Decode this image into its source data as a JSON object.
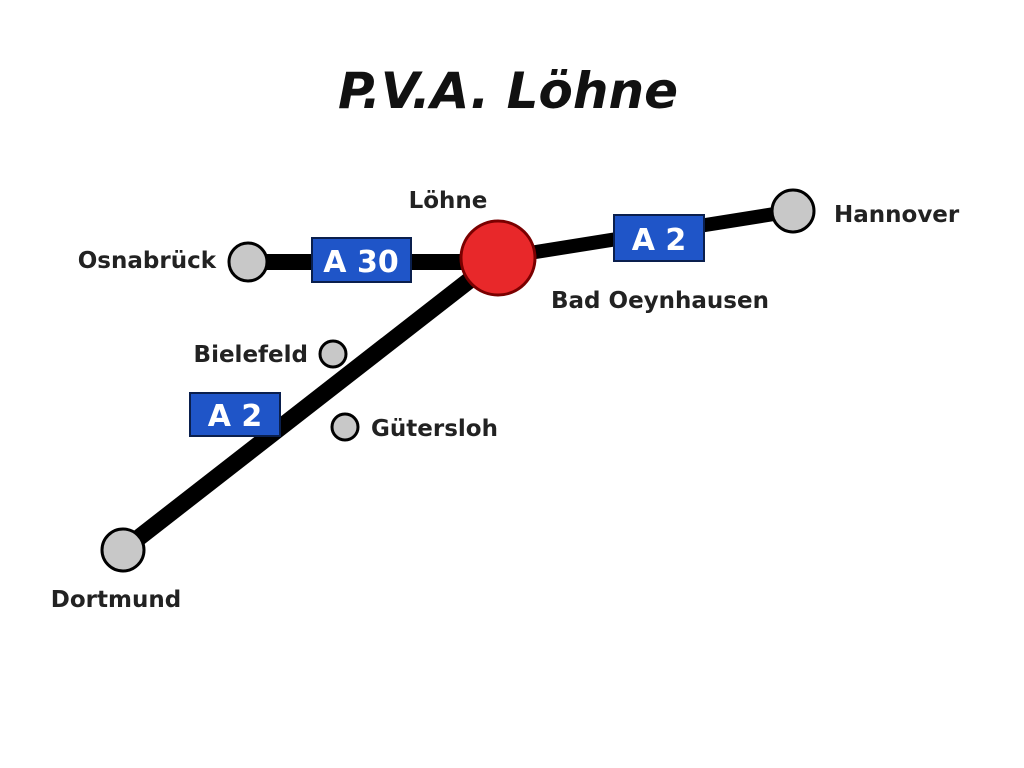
{
  "title": "P.V.A. Löhne",
  "colors": {
    "road": "#000000",
    "shield_fill": "#1f55c8",
    "city_node": "#c8c8c8",
    "hub_node": "#e8282a"
  },
  "hub": {
    "label_top": "Löhne",
    "label_bottom": "Bad Oeynhausen"
  },
  "cities": {
    "osnabrueck": "Osnabrück",
    "hannover": "Hannover",
    "dortmund": "Dortmund",
    "bielefeld": "Bielefeld",
    "guetersloh": "Gütersloh"
  },
  "shields": {
    "a30": "A 30",
    "a2_east": "A 2",
    "a2_southwest": "A 2"
  }
}
